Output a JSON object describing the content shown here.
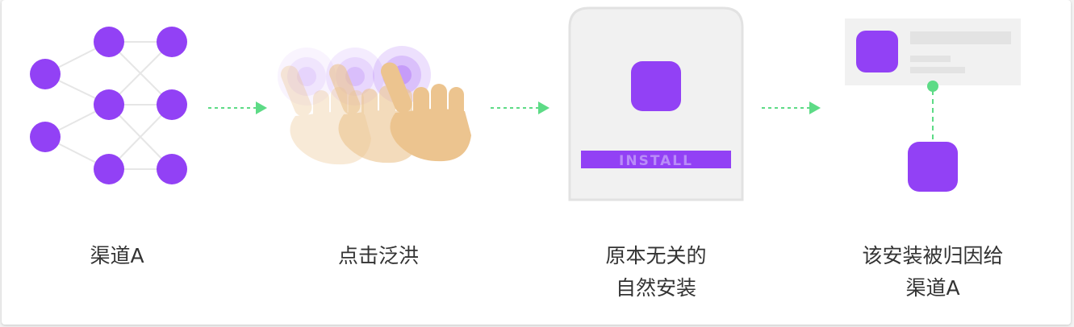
{
  "colors": {
    "accent": "#9241f5",
    "arrow": "#5ddb86",
    "phone_bg": "#f1f1f1",
    "phone_border": "#e2e2e2",
    "line": "#e6e6e6",
    "skin": "#ecc48f",
    "placeholder": "#e3e3e3"
  },
  "steps": [
    {
      "icon": "network-graph-icon",
      "lines": [
        "渠道A"
      ]
    },
    {
      "icon": "tapping-hands-icon",
      "lines": [
        "点击泛洪"
      ]
    },
    {
      "icon": "phone-install-icon",
      "lines": [
        "原本无关的",
        "自然安装"
      ]
    },
    {
      "icon": "attribution-card-icon",
      "lines": [
        "该安装被归因给",
        "渠道A"
      ]
    }
  ],
  "install_button_label": "INSTALL"
}
